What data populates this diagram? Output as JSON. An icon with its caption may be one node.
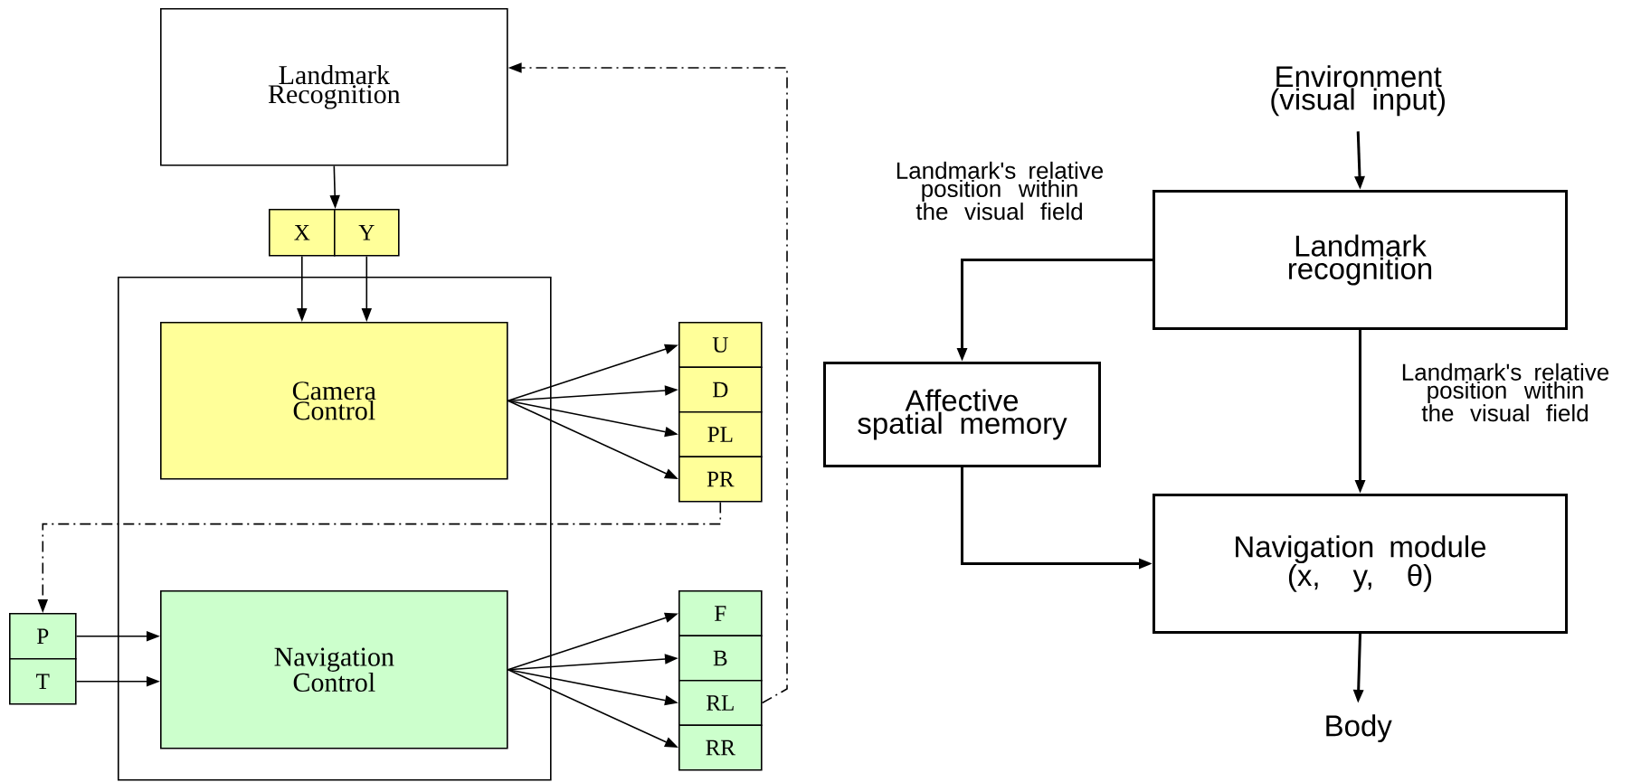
{
  "diagram": {
    "nodes": [
      {
        "text": [
          "Landmark Recognition"
        ]
      },
      {
        "text": [
          "X"
        ]
      },
      {
        "text": [
          "Y"
        ]
      },
      {
        "text": [],
        "shape": "box"
      },
      {
        "text": [
          "Camera Control"
        ],
        "in": 3
      },
      {
        "text": [
          "U"
        ]
      },
      {
        "text": [
          "D"
        ]
      },
      {
        "text": [
          "PL"
        ]
      },
      {
        "text": [
          "PR"
        ]
      },
      {
        "text": [
          "P"
        ]
      },
      {
        "text": [
          "T"
        ]
      },
      {
        "text": [
          "Navigation Control"
        ],
        "in": 3
      },
      {
        "text": [
          "F"
        ]
      },
      {
        "text": [
          "B"
        ]
      },
      {
        "text": [
          "RL"
        ]
      },
      {
        "text": [
          "RR"
        ]
      },
      {
        "text": [
          "Environment (visual input)"
        ]
      },
      {
        "text": [
          "Landmark recognition"
        ]
      },
      {
        "text": [
          "Affective spatial memory"
        ]
      },
      {
        "text": [
          "Navigation module (x, y, θ)"
        ]
      },
      {
        "text": [
          "Body"
        ]
      }
    ],
    "edges": [
      {
        "from": 0,
        "to": 1,
        "arrow": "to"
      },
      {
        "from": 1,
        "to": 4,
        "arrow": "to"
      },
      {
        "from": 2,
        "to": 4,
        "arrow": "to"
      },
      {
        "from": 4,
        "to": 5,
        "arrow": "to"
      },
      {
        "from": 4,
        "to": 6,
        "arrow": "to"
      },
      {
        "from": 4,
        "to": 7,
        "arrow": "to"
      },
      {
        "from": 4,
        "to": 8,
        "arrow": "to"
      },
      {
        "from": 8,
        "to": 9,
        "arrow": "to",
        "style": "dashed"
      },
      {
        "from": 9,
        "to": 11,
        "arrow": "to"
      },
      {
        "from": 10,
        "to": 11,
        "arrow": "to"
      },
      {
        "from": 11,
        "to": 12,
        "arrow": "to"
      },
      {
        "from": 11,
        "to": 13,
        "arrow": "to"
      },
      {
        "from": 11,
        "to": 14,
        "arrow": "to"
      },
      {
        "from": 11,
        "to": 15,
        "arrow": "to"
      },
      {
        "from": 14,
        "to": 0,
        "arrow": "to",
        "style": "dashed"
      },
      {
        "from": 16,
        "to": 17,
        "arrow": "to"
      },
      {
        "from": 17,
        "to": 18,
        "arrow": "to",
        "label": "Landmark's relative position within the visual field"
      },
      {
        "from": 18,
        "to": 19,
        "arrow": "to"
      },
      {
        "from": 17,
        "to": 19,
        "arrow": "to",
        "label": "Landmark's relative position within the visual field"
      },
      {
        "from": 19,
        "to": 20,
        "arrow": "to"
      }
    ]
  }
}
